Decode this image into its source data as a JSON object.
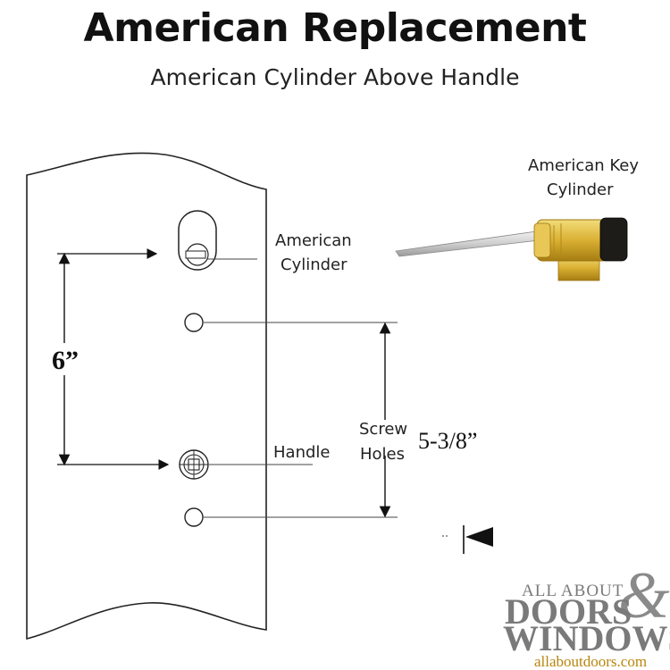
{
  "header": {
    "title": "American Replacement",
    "subtitle": "American Cylinder Above Handle"
  },
  "labels": {
    "key_cylinder_line1": "American Key",
    "key_cylinder_line2": "Cylinder",
    "cylinder_line1": "American",
    "cylinder_line2": "Cylinder",
    "handle": "Handle",
    "screw_line1": "Screw",
    "screw_line2": "Holes"
  },
  "dimensions": {
    "cylinder_to_handle": "6”",
    "screw_holes": "5-3/8”"
  },
  "logo": {
    "line1": "ALL ABOUT",
    "line2": "DOORS",
    "amp": "&",
    "line3": "WINDOWS",
    "url": "allaboutdoors.com"
  },
  "colors": {
    "line": "#111111",
    "brass": "#d9b032",
    "logo_gray": "#7a7a7a",
    "logo_gold": "#b8860b"
  }
}
